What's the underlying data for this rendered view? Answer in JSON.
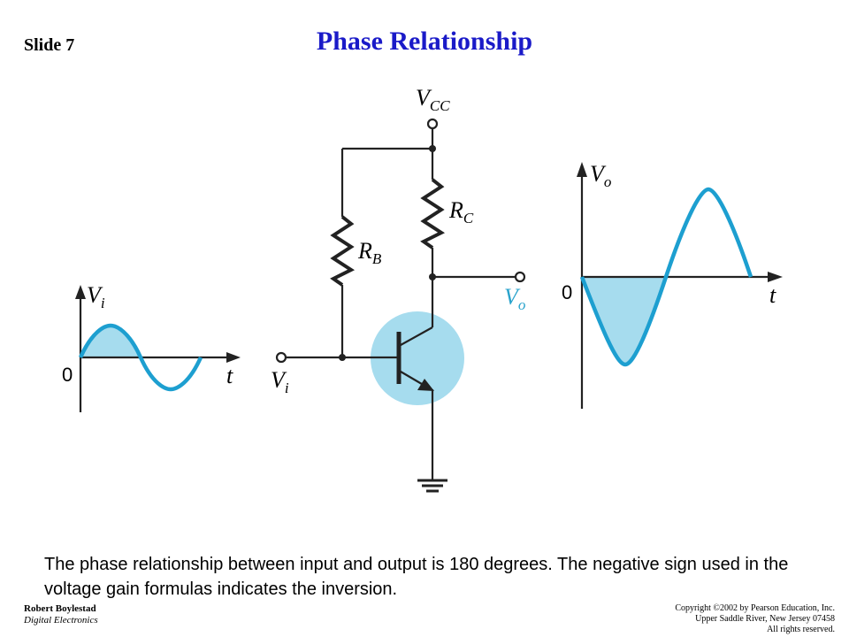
{
  "slide": {
    "label": "Slide 7",
    "title": "Phase Relationship"
  },
  "circuit": {
    "vcc": "V",
    "vcc_sub": "CC",
    "rc": "R",
    "rc_sub": "C",
    "rb": "R",
    "rb_sub": "B",
    "vi": "V",
    "vi_sub": "i",
    "vo": "V",
    "vo_sub": "o"
  },
  "input_plot": {
    "ylabel": "V",
    "ylabel_sub": "i",
    "xlabel": "t",
    "origin": "0"
  },
  "output_plot": {
    "ylabel": "V",
    "ylabel_sub": "o",
    "xlabel": "t",
    "origin": "0"
  },
  "caption": "The phase relationship between input and output is 180 degrees. The negative sign used in the voltage gain formulas indicates the inversion.",
  "footer": {
    "author": "Robert Boylestad",
    "book": "Digital Electronics",
    "copyright": "Copyright ©2002 by Pearson Education, Inc.",
    "address": "Upper Saddle River, New Jersey 07458",
    "rights": "All rights reserved."
  },
  "colors": {
    "title": "#1a1ac8",
    "wave": "#1d9fd0",
    "fill": "#a6dcee",
    "wire": "#222222"
  }
}
